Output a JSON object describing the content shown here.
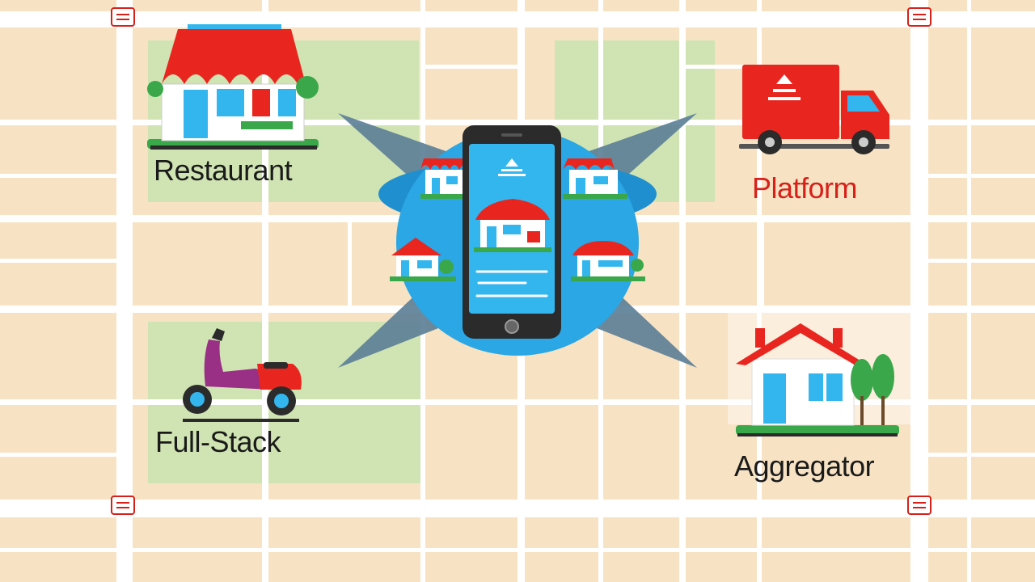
{
  "labels": {
    "restaurant": "Restaurant",
    "platform": "Platform",
    "full_stack": "Full-Stack",
    "aggregator": "Aggregator"
  },
  "colors": {
    "map_background": "#f7e3c4",
    "road": "#ffffff",
    "park": "#c9e4b0",
    "accent_red": "#e8261f",
    "phone_screen": "#33b6ee",
    "hub_blue": "#2aa7e4",
    "hub_ray": "#5a7d96",
    "text_dark": "#1a1a1a",
    "text_red": "#d8201a"
  },
  "icons": {
    "center": "smartphone-app-icon",
    "top_left": "restaurant-storefront-icon",
    "top_right": "delivery-truck-icon",
    "bottom_left": "delivery-scooter-icon",
    "bottom_right": "house-icon",
    "corner_marker": "map-pin-icon"
  }
}
